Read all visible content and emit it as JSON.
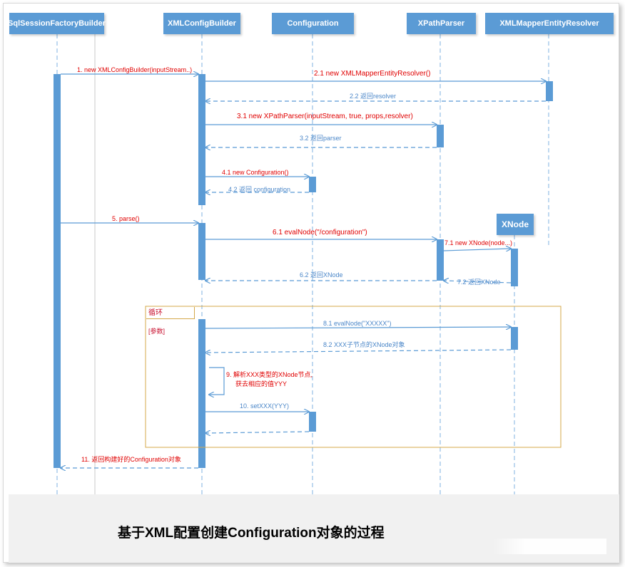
{
  "lifelines": [
    {
      "label": "SqlSessionFactoryBuilder"
    },
    {
      "label": "XMLConfigBuilder"
    },
    {
      "label": "Configuration"
    },
    {
      "label": "XPathParser"
    },
    {
      "label": "XMLMapperEntityResolver"
    },
    {
      "label": "XNode"
    }
  ],
  "messages": {
    "m1": "1. new XMLConfigBuilder(inputStream..)",
    "m2_1": "2.1 new XMLMapperEntityResolver()",
    "m2_2": "2.2 返回resolver",
    "m3_1": "3.1 new XPathParser(inputStream, true, props,resolver)",
    "m3_2": "3.2  返回parser",
    "m4_1": "4.1 new Configuration()",
    "m4_2": "4.2 返回 configuration",
    "m5": "5. parse()",
    "m6_1": "6.1  evalNode(\"/configuration\")",
    "m7_1": "7.1 new XNode(node...)",
    "m6_2": "6.2 返回XNode",
    "m7_2": "7.2 返回XNode",
    "m8_1": "8.1 evalNode(\"XXXXX\")",
    "m8_2": "8.2 XXX子节点的XNode对象",
    "m9_line1": "9. 解析XXX类型的XNode节点,",
    "m9_line2": "获去相应的值YYY",
    "m10": "10. setXXX(YYY)",
    "m11": "11. 返回构建好的Configuration对象"
  },
  "loop": {
    "label": "循环",
    "guard": "[参数]"
  },
  "caption": "基于XML配置创建Configuration对象的过程",
  "colors": {
    "lifeline": "#5b9bd5",
    "activation": "#5b9bd5",
    "arrow": "#5b9bd5",
    "call_text": "#e00000",
    "return_text": "#4a86c8",
    "loop_border": "#d4a84a"
  }
}
